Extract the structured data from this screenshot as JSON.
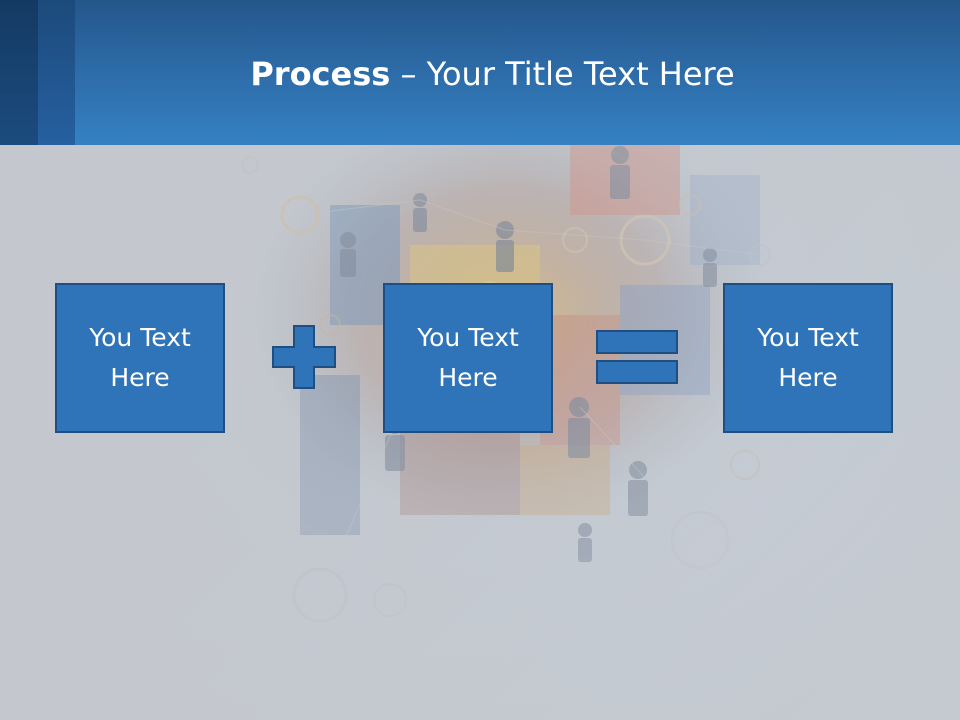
{
  "slide": {
    "title_bold": "Process",
    "title_rest": " – Your Title Text Here"
  },
  "process": {
    "items": [
      {
        "label": "You Text Here"
      },
      {
        "label": "You Text Here"
      },
      {
        "label": "You Text Here"
      }
    ],
    "operators": [
      "plus-icon",
      "equals-icon"
    ]
  },
  "colors": {
    "header": "#2c6aa6",
    "box_fill": "#2f73b8",
    "box_border": "#1f4f82",
    "text": "#ffffff"
  }
}
